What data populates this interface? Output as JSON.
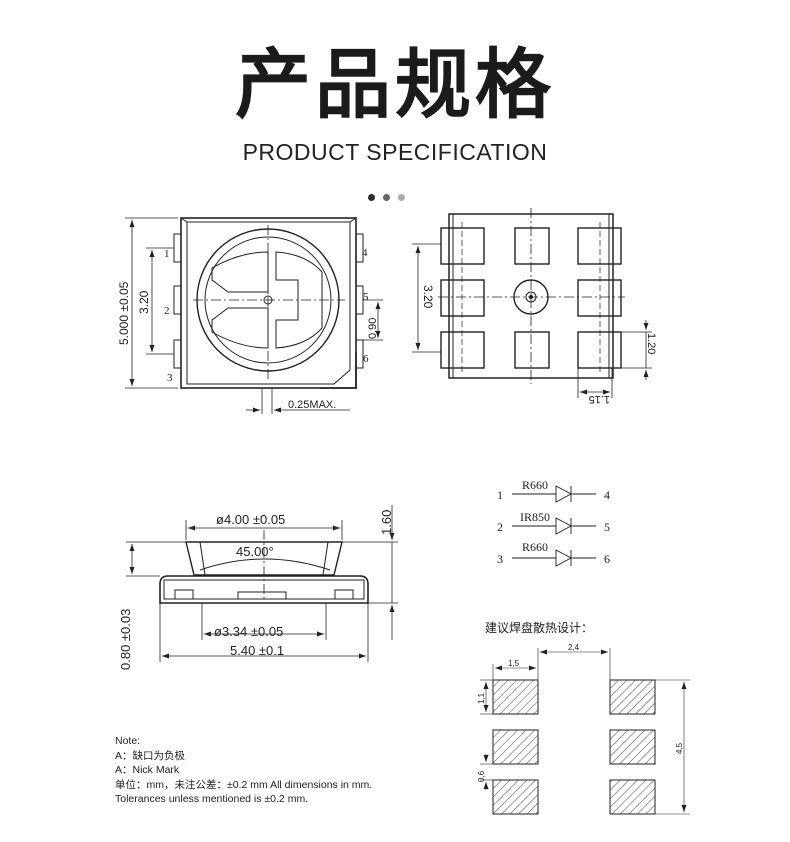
{
  "header": {
    "title_cn": "产品规格",
    "title_en": "PRODUCT SPECIFICATION"
  },
  "carousel": {
    "dot_colors": [
      "#2b2b2b",
      "#666666",
      "#aaaaaa"
    ]
  },
  "top_view": {
    "pin_labels": [
      "1",
      "2",
      "3",
      "4",
      "5",
      "6"
    ],
    "dim_height": "5.000 ±0.05",
    "dim_inner": "3.20",
    "dim_pitch": "0.90",
    "dim_notch": "0.25MAX."
  },
  "bottom_view": {
    "dim_height": "3.20",
    "dim_pad_h": "1.20",
    "dim_pad_w": "1.15"
  },
  "side_view": {
    "dim_top_dia": "ø4.00 ±0.05",
    "dim_angle": "45.00°",
    "dim_bottom_dia": "ø3.34 ±0.05",
    "dim_width": "5.40 ±0.1",
    "dim_height": "1.60",
    "dim_base": "0.80 ±0.03"
  },
  "schematic": {
    "rows": [
      {
        "left": "1",
        "label": "R660",
        "right": "4"
      },
      {
        "left": "2",
        "label": "IR850",
        "right": "5"
      },
      {
        "left": "3",
        "label": "R660",
        "right": "6"
      }
    ]
  },
  "pad_design": {
    "title": "建议焊盘散热设计：",
    "dim_w": "1,5",
    "dim_gap": "2,4",
    "dim_h": "1,1",
    "dim_pitch": "0,6",
    "dim_total": "4,5"
  },
  "notes": {
    "line1": "Note:",
    "line2": "A：缺口为负极",
    "line3": "A：Nick Mark",
    "line4": "单位：mm，未注公差：±0.2 mm All dimensions in mm.",
    "line5": "Tolerances unless mentioned is ±0.2 mm."
  }
}
